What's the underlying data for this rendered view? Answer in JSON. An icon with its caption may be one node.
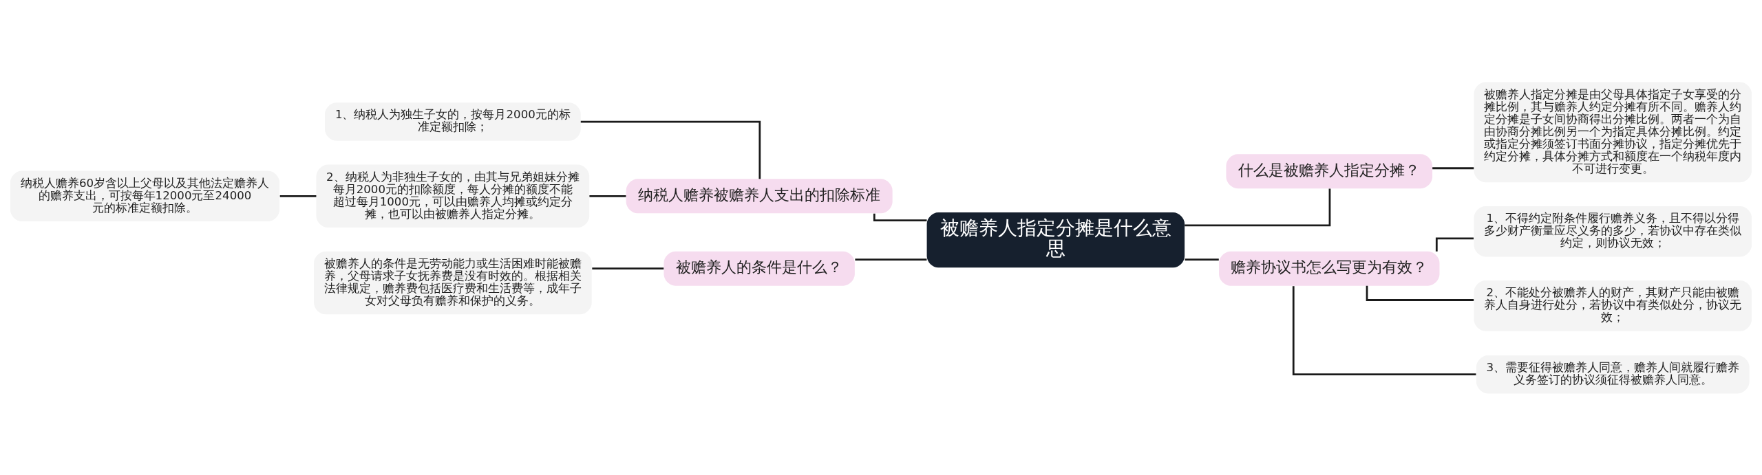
{
  "diagram": {
    "nodes": [
      {
        "text": [
          "被赡养人指定分摊是什么意思"
        ]
      },
      {
        "text": [
          "纳税人赡养被赡养人支出的扣除标准"
        ]
      },
      {
        "text": [
          "1、纳税人为独生子女的，按每月2000元的标准定额扣除；"
        ]
      },
      {
        "text": [
          "2、纳税人为非独生子女的，由其与兄弟姐妹分摊每月2000元的扣除额度，每人分摊的额度不能超过每月1000元，可以由赡养人均摊或约定分摊，也可以由被赡养人指定分摊。"
        ]
      },
      {
        "text": [
          "纳税人赡养60岁含以上父母以及其他法定赡养人的赡养支出，可按每年12000元至24000元的标准定额扣除。"
        ]
      },
      {
        "text": [
          "被赡养人的条件是什么？"
        ]
      },
      {
        "text": [
          "被赡养人的条件是无劳动能力或生活困难时能被赡养，父母请求子女抚养费是没有时效的。根据相关法律规定，赡养费包括医疗费和生活费等，成年子女对父母负有赡养和保护的义务。"
        ]
      },
      {
        "text": [
          "什么是被赡养人指定分摊？"
        ]
      },
      {
        "text": [
          "被赡养人指定分摊是由父母具体指定子女享受的分摊比例，其与赡养人约定分摊有所不同。赡养人约定分摊是子女间协商得出分摊比例。两者一个为自由协商分摊比例另一个为指定具体分摊比例。约定或指定分摊须签订书面分摊协议，指定分摊优先于约定分摊，具体分摊方式和额度在一个纳税年度内不可进行变更。"
        ]
      },
      {
        "text": [
          "赡养协议书怎么写更为有效？"
        ]
      },
      {
        "text": [
          "1、不得约定附条件履行赡养义务，且不得以分得多少财产衡量应尽义务的多少，若协议中存在类似约定，则协议无效；"
        ]
      },
      {
        "text": [
          "2、不能处分被赡养人的财产，其财产只能由被赡养人自身进行处分，若协议中有类似处分，协议无效；"
        ]
      },
      {
        "text": [
          "3、需要征得被赡养人同意，赡养人间就履行赡养义务签订的协议须征得被赡养人同意。"
        ]
      }
    ],
    "edges": [
      {
        "from": 0,
        "to": 1,
        "arrow": "none"
      },
      {
        "from": 1,
        "to": 2,
        "arrow": "none"
      },
      {
        "from": 1,
        "to": 3,
        "arrow": "none"
      },
      {
        "from": 3,
        "to": 4,
        "arrow": "none"
      },
      {
        "from": 0,
        "to": 5,
        "arrow": "none"
      },
      {
        "from": 5,
        "to": 6,
        "arrow": "none"
      },
      {
        "from": 0,
        "to": 7,
        "arrow": "none"
      },
      {
        "from": 7,
        "to": 8,
        "arrow": "none"
      },
      {
        "from": 0,
        "to": 9,
        "arrow": "none"
      },
      {
        "from": 9,
        "to": 10,
        "arrow": "none"
      },
      {
        "from": 9,
        "to": 11,
        "arrow": "none"
      },
      {
        "from": 9,
        "to": 12,
        "arrow": "none"
      }
    ]
  }
}
